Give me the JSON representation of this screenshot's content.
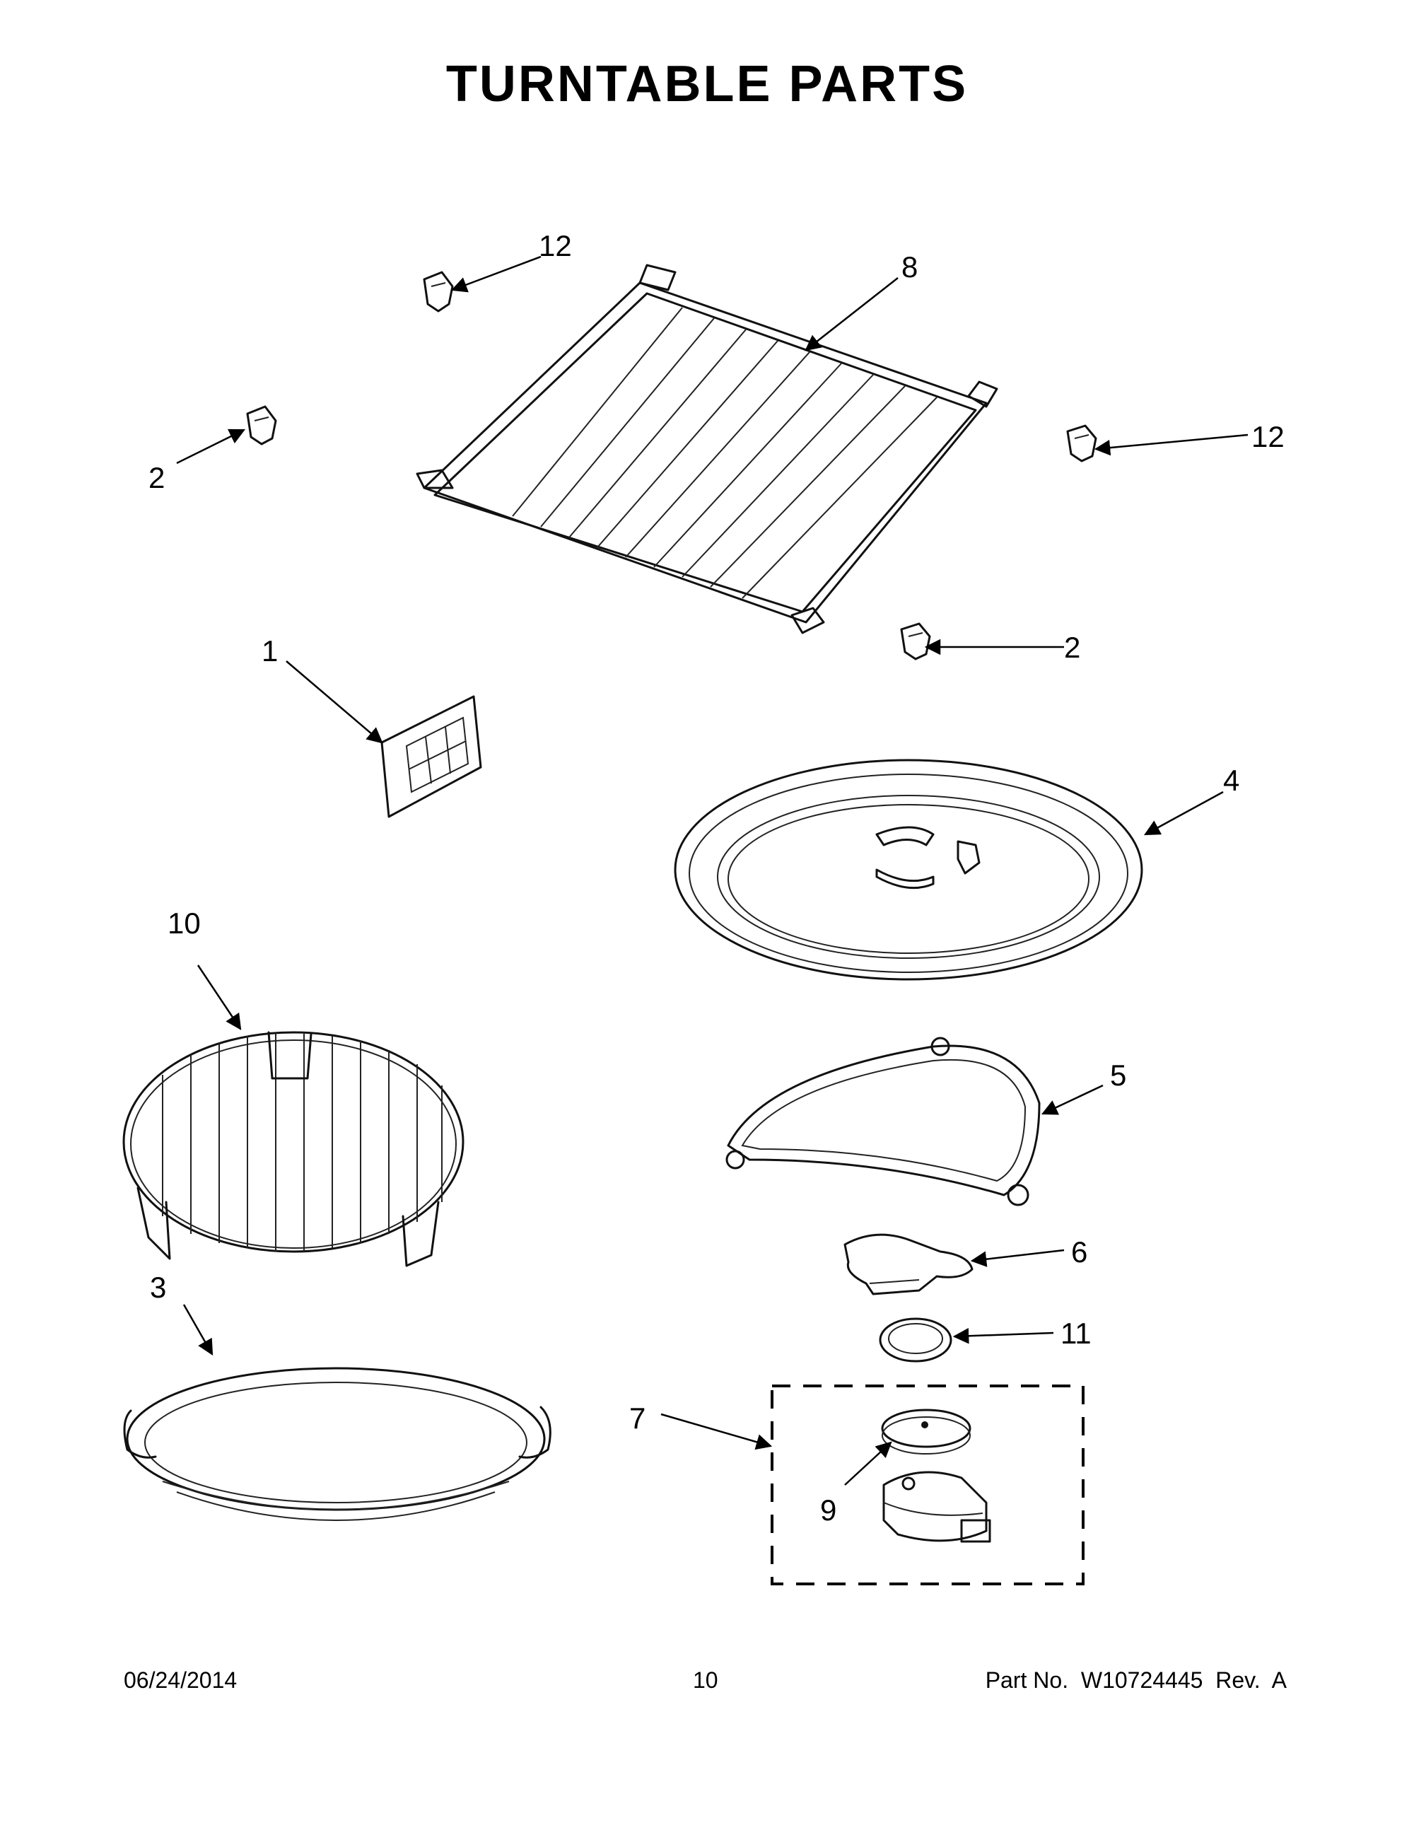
{
  "title": "TURNTABLE PARTS",
  "callouts": [
    "12",
    "8",
    "2",
    "12",
    "1",
    "2",
    "4",
    "10",
    "5",
    "6",
    "3",
    "11",
    "7",
    "9"
  ],
  "footer": {
    "date": "06/24/2014",
    "page": "10",
    "part_number": "Part No.  W10724445  Rev.  A"
  }
}
